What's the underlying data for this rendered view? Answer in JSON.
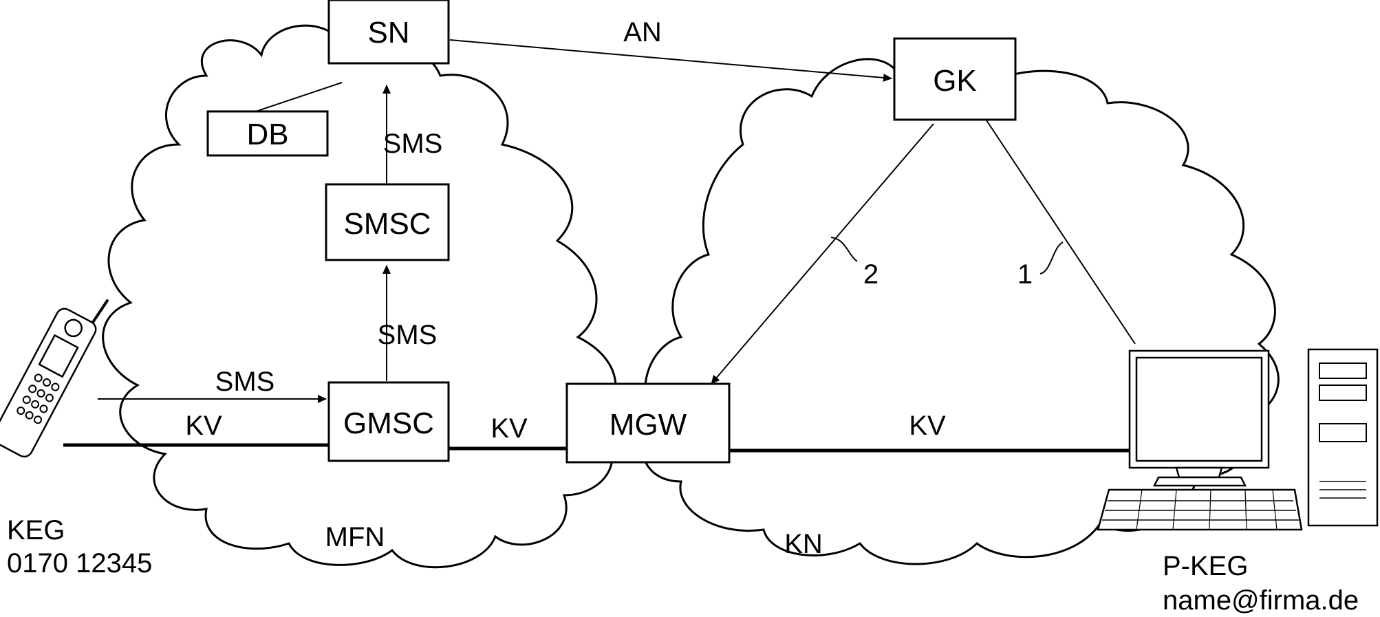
{
  "nodes": {
    "sn": "SN",
    "db": "DB",
    "smsc": "SMSC",
    "gmsc": "GMSC",
    "mgw": "MGW",
    "gk": "GK"
  },
  "edges": {
    "an": "AN",
    "sms_top": "SMS",
    "sms_mid": "SMS",
    "sms_phone": "SMS",
    "kv_phone": "KV",
    "kv_mid": "KV",
    "kv_right": "KV",
    "marker_2": "2",
    "marker_1": "1"
  },
  "networks": {
    "mobile": "MFN",
    "core": "KN"
  },
  "devices": {
    "mobile_name": "KEG",
    "mobile_number": "0170 12345",
    "pc_name": "P-KEG",
    "pc_address": "name@firma.de"
  }
}
